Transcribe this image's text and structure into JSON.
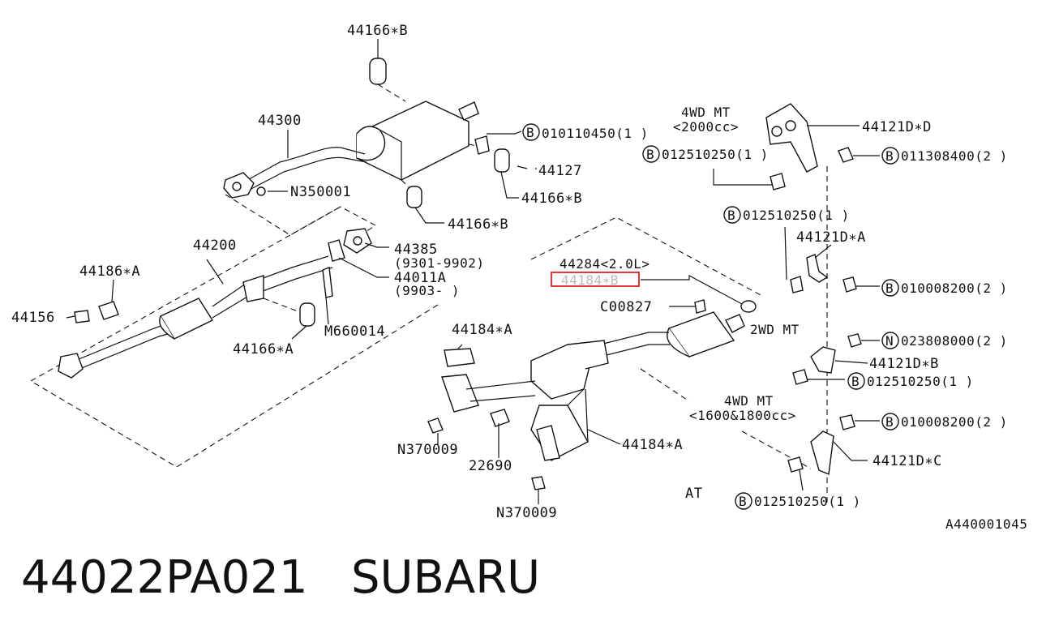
{
  "diagram": {
    "callouts": {
      "c44166b_top": "44166∗B",
      "c44300": "44300",
      "c010110450": "010110450(1 )",
      "c44127": "44127",
      "c44166b_mid": "44166∗B",
      "c44166b_low": "44166∗B",
      "cN350001": "N350001",
      "c44200": "44200",
      "c44385": "44385",
      "c9301_9902": "(9301-9902)",
      "c44011a": "44011A",
      "c9903": "(9903-    )",
      "c44186a": "44186∗A",
      "c44156": "44156",
      "cM660014": "M660014",
      "c44166a": "44166∗A",
      "c4wdmt2000_a": "4WD MT",
      "c4wdmt2000_b": "<2000cc>",
      "c44121dd": "44121D∗D",
      "c012510250_1": "012510250(1  )",
      "c011308400": "011308400(2 )",
      "c012510250_2": "012510250(1  )",
      "c44121da": "44121D∗A",
      "c44284": "44284<2.0L>",
      "c44184b": "44184∗B",
      "c010008200_1": "010008200(2 )",
      "cC00827": "C00827",
      "c2wdmt": "2WD MT",
      "c44184a_top": "44184∗A",
      "c023808000": "023808000(2 )",
      "c44121db": "44121D∗B",
      "c012510250_3": "012510250(1  )",
      "c4wdmt1600_a": "4WD MT",
      "c4wdmt1600_b": "<1600&1800cc>",
      "c010008200_2": "010008200(2 )",
      "cN370009_a": "N370009",
      "c44184a_low": "44184∗A",
      "c44121dc": "44121D∗C",
      "c22690": "22690",
      "cAT": "AT",
      "c012510250_4": "012510250(1  )",
      "cN370009_b": "N370009",
      "cA440001045": "A440001045"
    },
    "markers": {
      "b": "B",
      "n": "N"
    }
  },
  "footer": {
    "part_number": "44022PA021",
    "brand": "SUBARU"
  }
}
